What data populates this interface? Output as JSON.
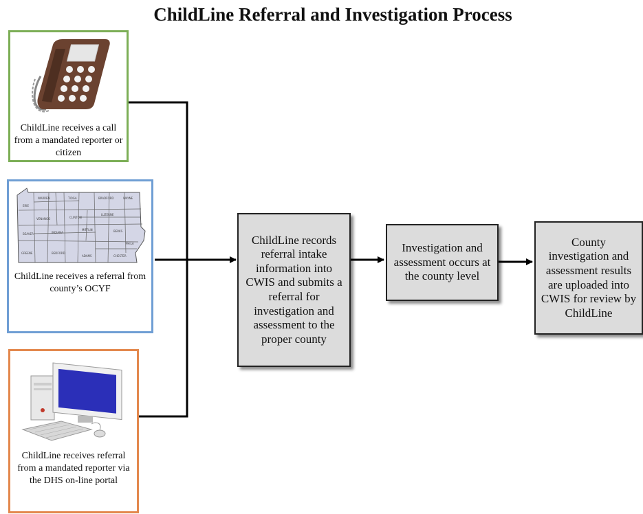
{
  "title": "ChildLine Referral and Investigation Process",
  "sources": [
    {
      "caption": "ChildLine receives a call from a mandated reporter or citizen",
      "border_color": "#7cae56",
      "icon": "telephone-icon"
    },
    {
      "caption": "ChildLine receives a referral from county’s OCYF",
      "border_color": "#6f9ed4",
      "icon": "pennsylvania-county-map"
    },
    {
      "caption": "ChildLine receives referral from a mandated reporter via the DHS on-line portal",
      "border_color": "#e3884d",
      "icon": "desktop-computer-icon"
    }
  ],
  "process": [
    {
      "label": "ChildLine records referral intake information into CWIS and submits a referral for investigation and assessment to the proper county"
    },
    {
      "label": "Investigation and assessment occurs at the county level"
    },
    {
      "label": "County investigation and assessment results are uploaded into CWIS for review by ChildLine"
    }
  ],
  "colors": {
    "process_fill": "#dcdcdc",
    "line": "#000000"
  }
}
